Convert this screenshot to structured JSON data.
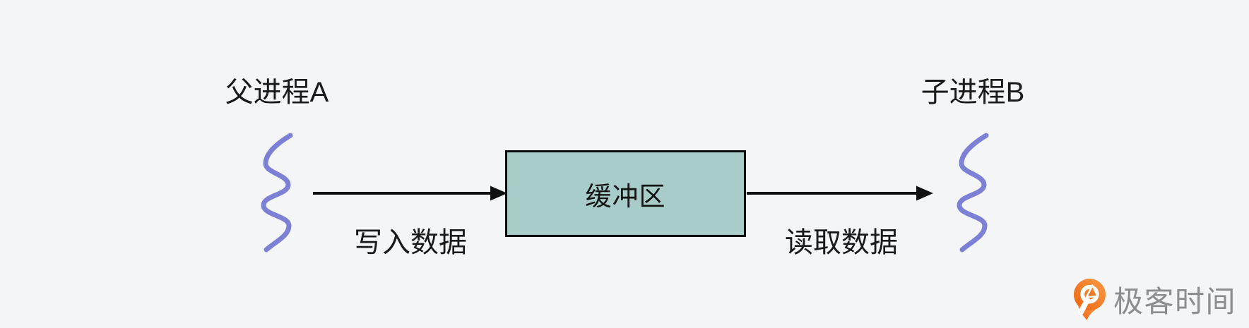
{
  "canvas": {
    "background": "#f4f5f7"
  },
  "colors": {
    "arrow": "#111111",
    "squiggle": "#7c81d6",
    "buffer_fill": "#a8cdc9",
    "buffer_border": "#0a0a0a",
    "label_text": "#1a1a1a",
    "brand_text": "#8d8d8d",
    "brand_orange_dark": "#ec6310",
    "brand_orange_light": "#fb9a45"
  },
  "diagram": {
    "parent_process": {
      "label": "父进程A"
    },
    "child_process": {
      "label": "子进程B"
    },
    "buffer": {
      "label": "缓冲区"
    },
    "write_flow": {
      "label": "写入数据"
    },
    "read_flow": {
      "label": "读取数据"
    }
  },
  "brand": {
    "name": "极客时间",
    "icon": "geektime-logo-icon"
  }
}
